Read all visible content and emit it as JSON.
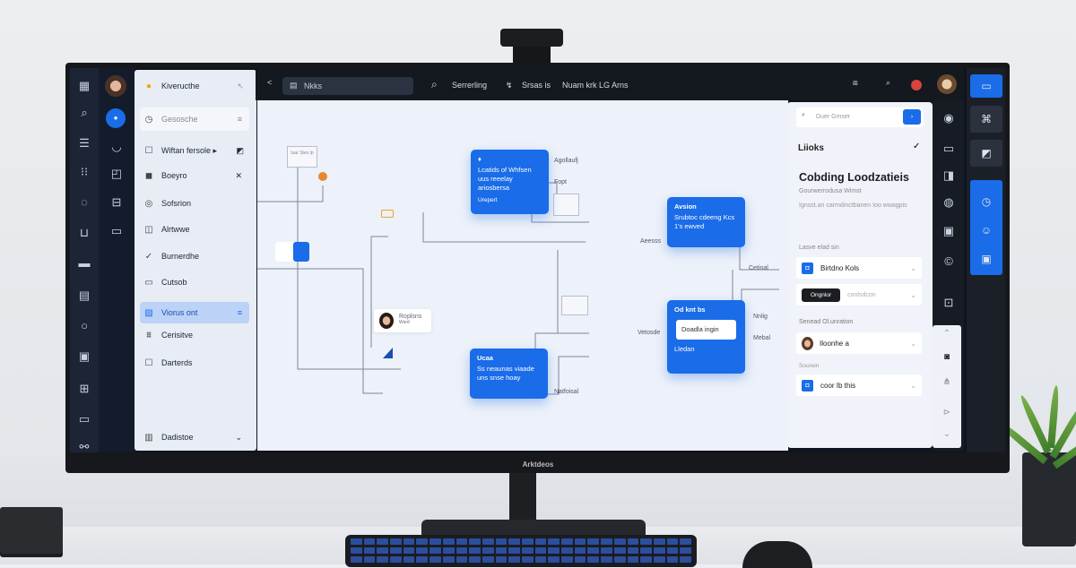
{
  "monitor": {
    "brand": "Arktdeos"
  },
  "topbar": {
    "search_value": "Nkks",
    "search_label": "Serrerling",
    "item_1": "Srsas is",
    "item_2": "Nuam krk LG Arns"
  },
  "sidebar": {
    "header": "Kiveructhe",
    "search_placeholder": "Gesosche",
    "items": [
      {
        "label": "Wiftan fersole ▸",
        "icon": "square-icon"
      },
      {
        "label": "Boeyro",
        "icon": "stop-icon"
      },
      {
        "label": "Sofsrion",
        "icon": "target-icon"
      },
      {
        "label": "Alrtwwe",
        "icon": "layout-icon"
      },
      {
        "label": "Burnerdhe",
        "icon": "check-icon"
      },
      {
        "label": "Cutsob",
        "icon": "battery-icon"
      },
      {
        "label": "Viorus ont",
        "icon": "image-icon",
        "active": true
      },
      {
        "label": "Cerisitve",
        "icon": "filter-icon"
      },
      {
        "label": "Darterds",
        "icon": "checkbox-icon"
      }
    ],
    "footer": "Dadistoe"
  },
  "canvas": {
    "nodes": [
      {
        "title": "",
        "body": "Lcatids of Whfsen uus reeelay ariosbersa",
        "footer": "Urepert"
      },
      {
        "title": "Avsion",
        "body": "Srubtoc cdeeng Kcs 1's ewved",
        "footer": ""
      },
      {
        "title": "Od knt bs",
        "input": "Doadla ingin",
        "footer": "Lledan"
      },
      {
        "title": "Ucaa",
        "body": "Ss neaunas viaade uns snse hoay",
        "footer": ""
      }
    ],
    "labels": [
      "Agollaufj",
      "Fopt",
      "Aeesss",
      "Cetinal",
      "Nnlig",
      "Mebal",
      "Vetosde",
      "Natfoisal"
    ],
    "person_chip": {
      "name": "Roplsns",
      "sub": "Wsrd"
    },
    "small_box_text": "Iuar Stes Ip"
  },
  "right_panel": {
    "search_placeholder": "Duer Gmser",
    "section": "Liioks",
    "title": "Cobding Loodzatieis",
    "subtitle": "Gourwerrodusa Wimst",
    "description": "Ignsst.an carmdinctbanen Ioo wwagpis",
    "group_1_label": "Lasve elad sin",
    "card_1": "Birtdno Kols",
    "card_2_button": "Ongnlor",
    "card_2_text": "conlsdcon",
    "group_2_label": "Senead Ol.unration",
    "card_3": "Iloonhe a",
    "group_3_label": "Soorein",
    "card_4": "coor Ib this"
  },
  "colors": {
    "accent": "#1a6ce8",
    "dark": "#14181f",
    "panel": "#e7ecf5"
  }
}
